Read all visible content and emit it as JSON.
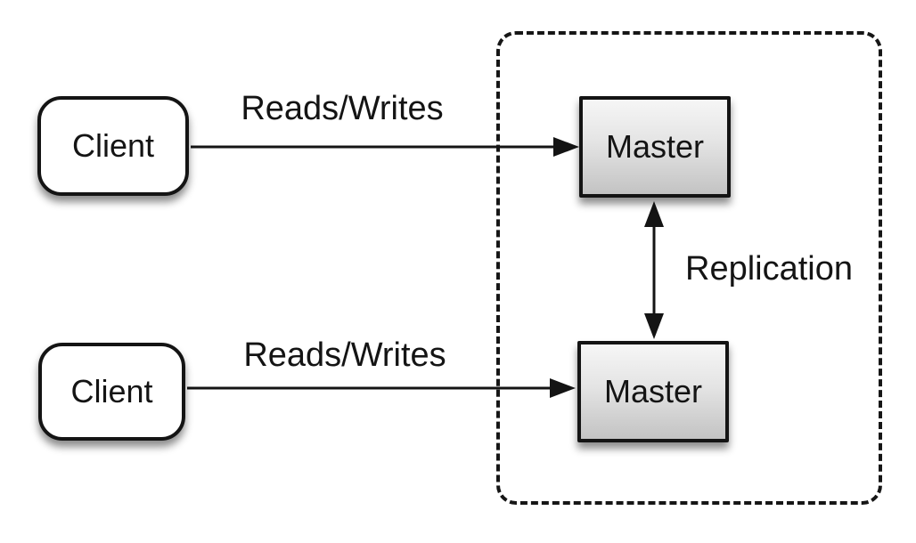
{
  "nodes": {
    "client_top": {
      "label": "Client"
    },
    "client_bottom": {
      "label": "Client"
    },
    "master_top": {
      "label": "Master"
    },
    "master_bottom": {
      "label": "Master"
    }
  },
  "edges": {
    "reads_writes_top": {
      "label": "Reads/Writes"
    },
    "reads_writes_bottom": {
      "label": "Reads/Writes"
    },
    "replication": {
      "label": "Replication"
    }
  },
  "colors": {
    "background": "#ffffff",
    "line": "#141414",
    "node_border": "#141414",
    "client_fill": "#ffffff",
    "master_fill_top": "#f6f6f6",
    "master_fill_bottom": "#c3c3c3",
    "group_border": "#161616"
  }
}
